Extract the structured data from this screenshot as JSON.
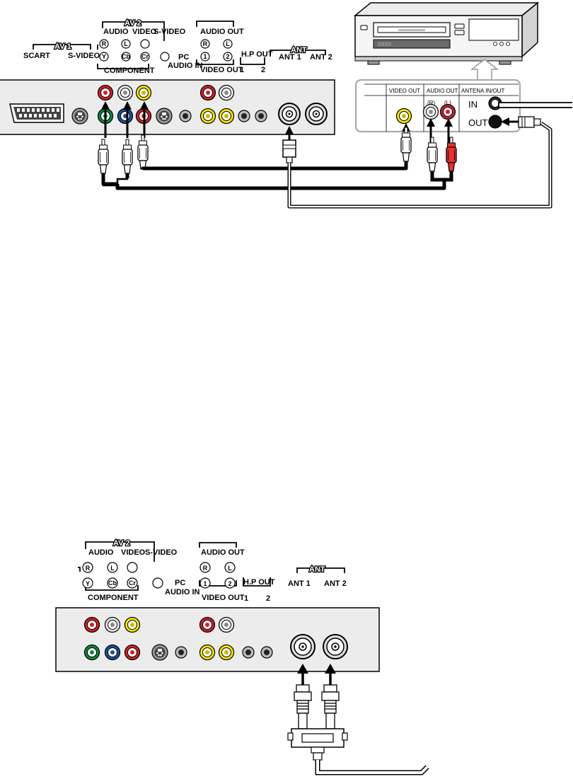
{
  "diagram1": {
    "labels": {
      "av1": "AV 1",
      "scart": "SCART",
      "svideo_av1": "S-VIDEO",
      "av2": "AV 2",
      "audio": "AUDIO",
      "video": "VIDEO",
      "svideo_av2": "S-VIDEO",
      "component": "COMPONENT",
      "pc": "PC",
      "audio_in": "AUDIO IN",
      "audio_out": "AUDIO OUT",
      "video_out": "VIDEO OUT",
      "hp_out": "H.P OUT",
      "hp1": "1",
      "hp2": "2",
      "ant": "ANT",
      "ant1": "ANT 1",
      "ant2": "ANT 2"
    },
    "jacks": {
      "r": "R",
      "l": "L",
      "y": "Y",
      "cb": "Cb",
      "cr": "Cr",
      "n1": "1",
      "n2": "2"
    },
    "vcr": {
      "display": "8888",
      "video_out": "VIDEO OUT",
      "audio_out": "AUDIO OUT",
      "antena": "ANTENA IN/OUT",
      "r": "(R)",
      "l": "(L)",
      "in": "IN",
      "out": "OUT"
    }
  },
  "diagram2": {
    "labels": {
      "av2": "AV 2",
      "audio": "AUDIO",
      "video": "VIDEO",
      "svideo": "S-VIDEO",
      "component": "COMPONENT",
      "pc": "PC",
      "audio_in": "AUDIO IN",
      "audio_out": "AUDIO OUT",
      "video_out": "VIDEO OUT",
      "hp_out": "H.P OUT",
      "hp1": "1",
      "hp2": "2",
      "ant": "ANT",
      "ant1": "ANT 1",
      "ant2": "ANT 2"
    },
    "jacks": {
      "r": "R",
      "l": "L",
      "y": "Y",
      "cb": "Cb",
      "cr": "Cr",
      "n1": "1",
      "n2": "2"
    }
  },
  "colors": {
    "red": "#d32027",
    "yellow": "#f6e500",
    "green": "#0a8a3a",
    "blue": "#1d4f9e",
    "white": "#e8e8e8",
    "panel": "#ececec"
  }
}
